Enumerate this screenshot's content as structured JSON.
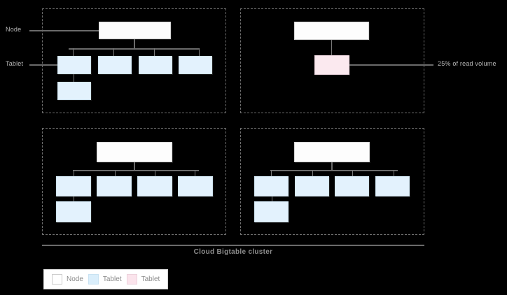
{
  "diagram": {
    "caption": "Cloud Bigtable cluster",
    "leaders": {
      "node": "Node",
      "tablet": "Tablet",
      "read_volume": "25% of read volume"
    },
    "colors": {
      "background": "#000000",
      "node_fill": "#fdfdfd",
      "tablet_fill": "#e3f2fd",
      "tablet_hot_fill": "#fbe9ef",
      "connector": "#6b6b6b",
      "dashed_border": "#6e6e6e",
      "caption_text": "#8e8e8e",
      "leader_text": "#b9b9b9"
    },
    "quadrants": [
      {
        "id": "top-left",
        "node_count": 1,
        "tablet_count": 5,
        "tablet_kind": "tablet",
        "has_nested_tablet": true
      },
      {
        "id": "top-right",
        "node_count": 1,
        "tablet_count": 1,
        "tablet_kind": "tablet-hot",
        "has_nested_tablet": false
      },
      {
        "id": "bottom-left",
        "node_count": 1,
        "tablet_count": 5,
        "tablet_kind": "tablet",
        "has_nested_tablet": true
      },
      {
        "id": "bottom-right",
        "node_count": 1,
        "tablet_count": 5,
        "tablet_kind": "tablet",
        "has_nested_tablet": true
      }
    ]
  },
  "legend": {
    "items": [
      {
        "label": "Node",
        "swatch": "white"
      },
      {
        "label": "Tablet",
        "swatch": "light-blue"
      },
      {
        "label": "Tablet",
        "swatch": "pink"
      }
    ]
  }
}
